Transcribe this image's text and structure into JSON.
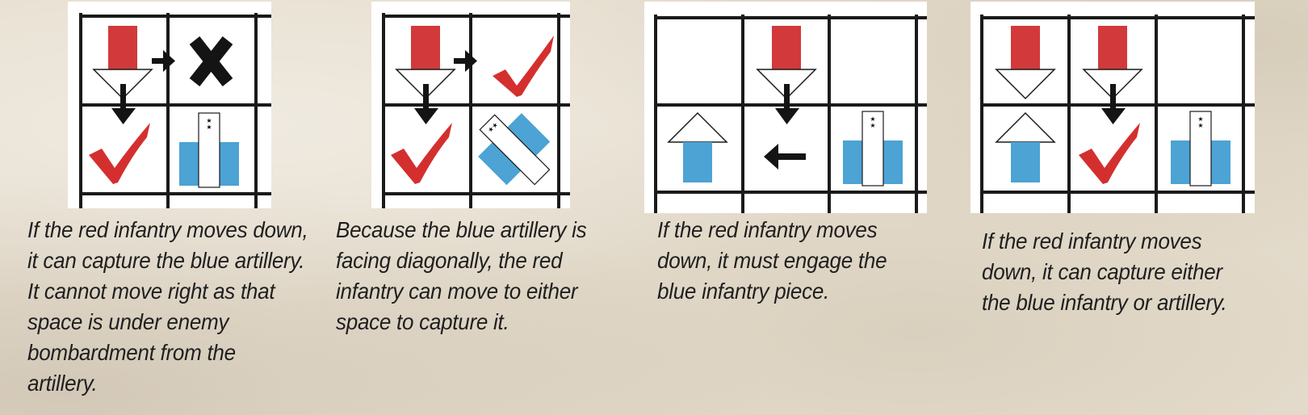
{
  "colors": {
    "red_piece": "#d2393b",
    "blue_piece": "#4ca3d4",
    "check_mark": "#d42f2f",
    "grid_line": "#1a1a1a",
    "arrow": "#141414",
    "background": "#e7dfd0",
    "caption_text": "#1f1f1f"
  },
  "panels": [
    {
      "caption": "If the red infantry moves down, it can capture the blue artillery. It cannot move right as that space is under enemy bombardment from the artillery.",
      "icons": [
        "red-infantry-icon",
        "arrow-right-icon",
        "x-mark-icon",
        "arrow-down-icon",
        "check-mark-icon",
        "blue-artillery-icon"
      ]
    },
    {
      "caption": "Because the blue artillery is facing diagonally, the red infantry can move to either space to capture it.",
      "icons": [
        "red-infantry-icon",
        "arrow-right-icon",
        "check-mark-icon",
        "arrow-down-icon",
        "check-mark-icon",
        "blue-artillery-diagonal-icon"
      ]
    },
    {
      "caption": "If the red infantry moves down, it must engage the blue infantry piece.",
      "icons": [
        "red-infantry-icon",
        "arrow-down-icon",
        "blue-infantry-icon",
        "arrow-left-icon",
        "blue-artillery-icon"
      ]
    },
    {
      "caption": "If the red infantry moves down, it can capture either the blue infantry or artillery.",
      "icons": [
        "red-infantry-icon",
        "red-infantry-icon",
        "arrow-down-icon",
        "blue-infantry-icon",
        "check-mark-icon",
        "blue-artillery-icon"
      ]
    }
  ]
}
